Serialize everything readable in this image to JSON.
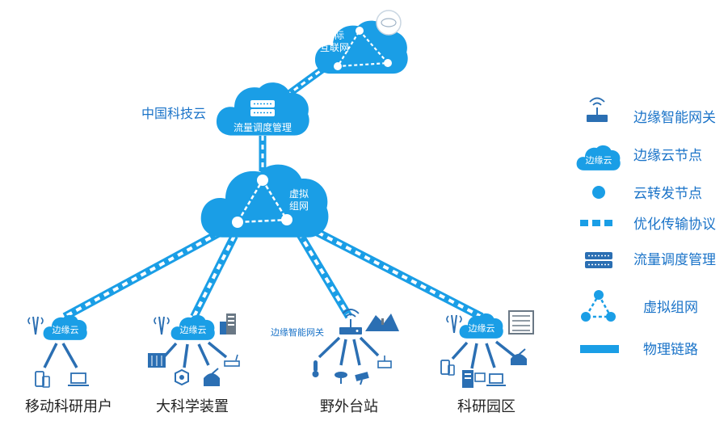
{
  "colors": {
    "cloud": "#1a9ee6",
    "cloud_dark": "#0d7fc4",
    "link": "#1a9ee6",
    "text_blue": "#1a73c8",
    "icon_blue": "#2b6fb3",
    "icon_gray": "#6a7885"
  },
  "clouds": {
    "internet": "国际\n互联网",
    "internet_line1": "国际",
    "internet_line2": "互联网",
    "china_cloud_label": "中国科技云",
    "traffic_mgmt": "流量调度管理",
    "vnet_line1": "虚拟",
    "vnet_line2": "组网"
  },
  "sites": [
    {
      "cloud_label": "边缘云",
      "label": "移动科研用户"
    },
    {
      "cloud_label": "边缘云",
      "label": "大科学装置"
    },
    {
      "cloud_label": "",
      "gateway_label": "边缘智能网关",
      "label": "野外台站"
    },
    {
      "cloud_label": "边缘云",
      "label": "科研园区"
    }
  ],
  "legend": [
    {
      "icon": "edge-gateway-icon",
      "text": "边缘智能网关"
    },
    {
      "icon": "edge-cloud-icon",
      "icon_text": "边缘云",
      "text": "边缘云节点"
    },
    {
      "icon": "forward-node-icon",
      "text": "云转发节点"
    },
    {
      "icon": "optimized-protocol-icon",
      "text": "优化传输协议"
    },
    {
      "icon": "traffic-mgmt-icon",
      "text": "流量调度管理"
    },
    {
      "icon": "virtual-network-icon",
      "text": "虚拟组网"
    },
    {
      "icon": "physical-link-icon",
      "text": "物理链路"
    }
  ]
}
